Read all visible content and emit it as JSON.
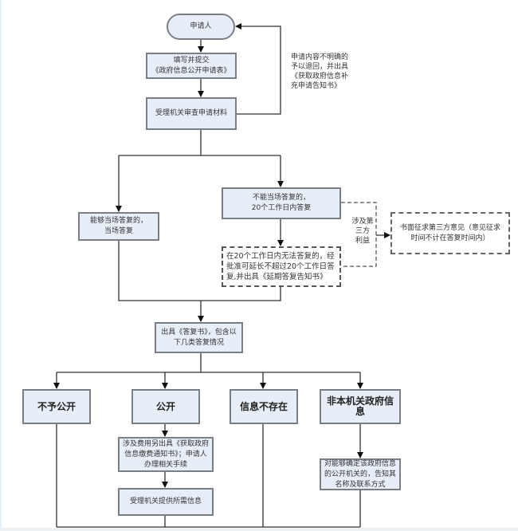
{
  "flowchart": {
    "nodes": {
      "applicant": "申请人",
      "fill_form": "填写并提交\n《政府信息公开申请表》",
      "review": "受理机关审查申请材料",
      "can_answer": "能够当场答复的，\n当场答复",
      "cannot_answer": "不能当场答复的，\n20个工作日内答复",
      "extension": "在20个工作日内无法答复的，经批准可延长不超过20个工作日答复,并出具《延期答复告知书》",
      "third_party_opinion": "书面征求第三方意见（意见征求时间不计在答复时间内）",
      "issue_reply": "出具《答复书》，包含以\n下几类答复情况",
      "not_disclosed": "不予公开",
      "disclosed": "公开",
      "not_exist": "信息不存在",
      "not_this_agency": "非本机关政府信息",
      "fee_notice": "涉及费用另出具《获取政府信息缴费通知书》；申请人办理相关手续",
      "provide_info": "受理机关提供所需信息",
      "inform_agency": "对能够确定该政府信息的公开机关的，告知其名称及联系方式"
    },
    "annotations": {
      "return_note": "申请内容不明确的\n予以退回，并出具\n《获取政府信息补\n充申请告知书》",
      "third_party_label": "涉及第\n三方\n利益"
    }
  }
}
